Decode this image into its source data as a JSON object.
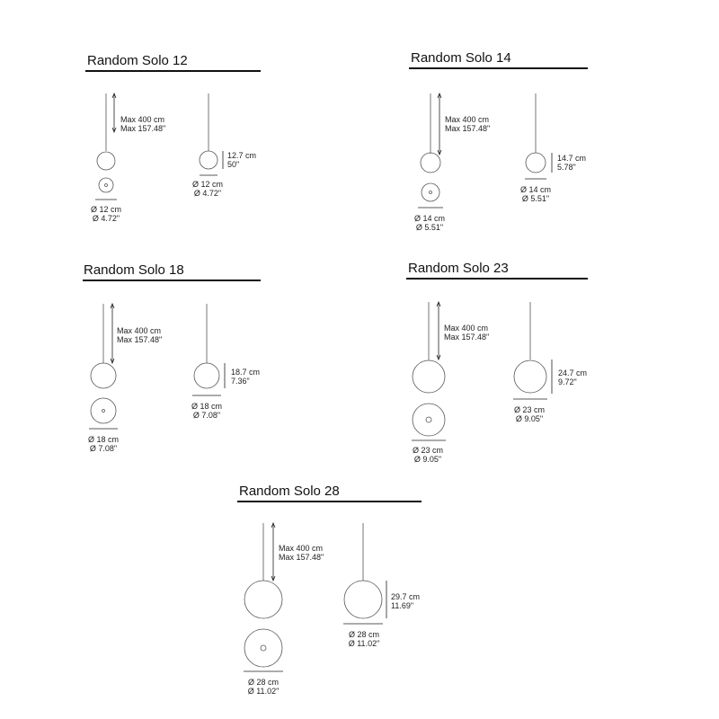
{
  "colors": {
    "ink": "#111111",
    "stroke": "#555555",
    "background": "#ffffff"
  },
  "products": [
    {
      "title": "Random Solo 12",
      "cable_length": {
        "cm": "Max 400 cm",
        "in": "Max 157.48\""
      },
      "height": {
        "cm": "12.7 cm",
        "in": "50\""
      },
      "diameter_top": {
        "cm": "Ø 12 cm",
        "in": "Ø 4.72\""
      },
      "diameter_side": {
        "cm": "Ø 12 cm",
        "in": "Ø 4.72\""
      }
    },
    {
      "title": "Random Solo 14",
      "cable_length": {
        "cm": "Max 400 cm",
        "in": "Max 157.48\""
      },
      "height": {
        "cm": "14.7 cm",
        "in": "5.78\""
      },
      "diameter_top": {
        "cm": "Ø 14 cm",
        "in": "Ø 5.51\""
      },
      "diameter_side": {
        "cm": "Ø 14 cm",
        "in": "Ø 5.51\""
      }
    },
    {
      "title": "Random Solo 18",
      "cable_length": {
        "cm": "Max 400 cm",
        "in": "Max 157.48\""
      },
      "height": {
        "cm": "18.7 cm",
        "in": "7.36\""
      },
      "diameter_top": {
        "cm": "Ø 18 cm",
        "in": "Ø 7.08\""
      },
      "diameter_side": {
        "cm": "Ø 18 cm",
        "in": "Ø 7.08\""
      }
    },
    {
      "title": "Random Solo 23",
      "cable_length": {
        "cm": "Max 400 cm",
        "in": "Max 157.48\""
      },
      "height": {
        "cm": "24.7 cm",
        "in": "9.72\""
      },
      "diameter_top": {
        "cm": "Ø 23 cm",
        "in": "Ø 9.05\""
      },
      "diameter_side": {
        "cm": "Ø 23 cm",
        "in": "Ø 9.05\""
      }
    },
    {
      "title": "Random Solo 28",
      "cable_length": {
        "cm": "Max 400 cm",
        "in": "Max 157.48\""
      },
      "height": {
        "cm": "29.7 cm",
        "in": "11.69\""
      },
      "diameter_top": {
        "cm": "Ø 28 cm",
        "in": "Ø 11.02\""
      },
      "diameter_side": {
        "cm": "Ø 28 cm",
        "in": "Ø 11.02\""
      }
    }
  ]
}
